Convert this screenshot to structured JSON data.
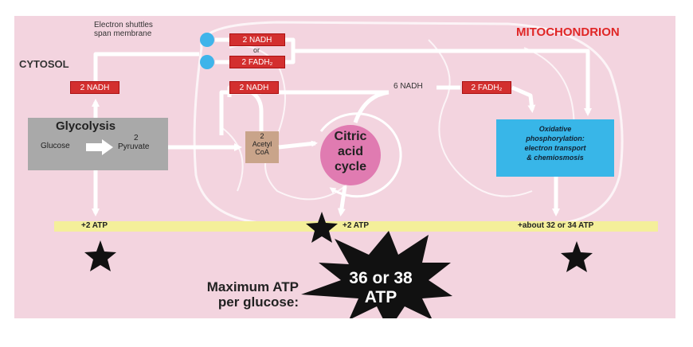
{
  "labels": {
    "shuttles_line1": "Electron shuttles",
    "shuttles_line2": "span membrane",
    "mitochondrion": "MITOCHONDRION",
    "cytosol": "CYTOSOL",
    "or": "or"
  },
  "carriers": {
    "nadh_shuttle": "2 NADH",
    "fadh_shuttle": "2 FADH₂",
    "nadh_glycolysis": "2 NADH",
    "nadh_acetyl": "2 NADH",
    "nadh_cycle": "6 NADH",
    "fadh_cycle": "2 FADH₂"
  },
  "glycolysis": {
    "title": "Glycolysis",
    "glucose": "Glucose",
    "pyruvate_count": "2",
    "pyruvate": "Pyruvate"
  },
  "acetyl": {
    "count": "2",
    "name_line1": "Acetyl",
    "name_line2": "CoA"
  },
  "citric": {
    "line1": "Citric",
    "line2": "acid",
    "line3": "cycle"
  },
  "oxphos": {
    "line1": "Oxidative",
    "line2": "phosphorylation:",
    "line3": "electron transport",
    "line4": "& chemiosmosis"
  },
  "atp": {
    "glycolysis": "+2 ATP",
    "citric": "+2 ATP",
    "oxphos": "+about 32 or 34 ATP"
  },
  "summary": {
    "line1": "Maximum ATP",
    "line2": "per glucose:",
    "total_line1": "36 or 38",
    "total_line2": "ATP"
  },
  "colors": {
    "background": "#f3d4df",
    "carrier_box": "#d32f2f",
    "glycolysis_box": "#a9a9a9",
    "acetyl_box": "#c9a48a",
    "citric_fill": "#e07bb1",
    "oxphos_box": "#38b6e8",
    "atp_band": "#f4ef9a",
    "title_red": "#e02626"
  }
}
